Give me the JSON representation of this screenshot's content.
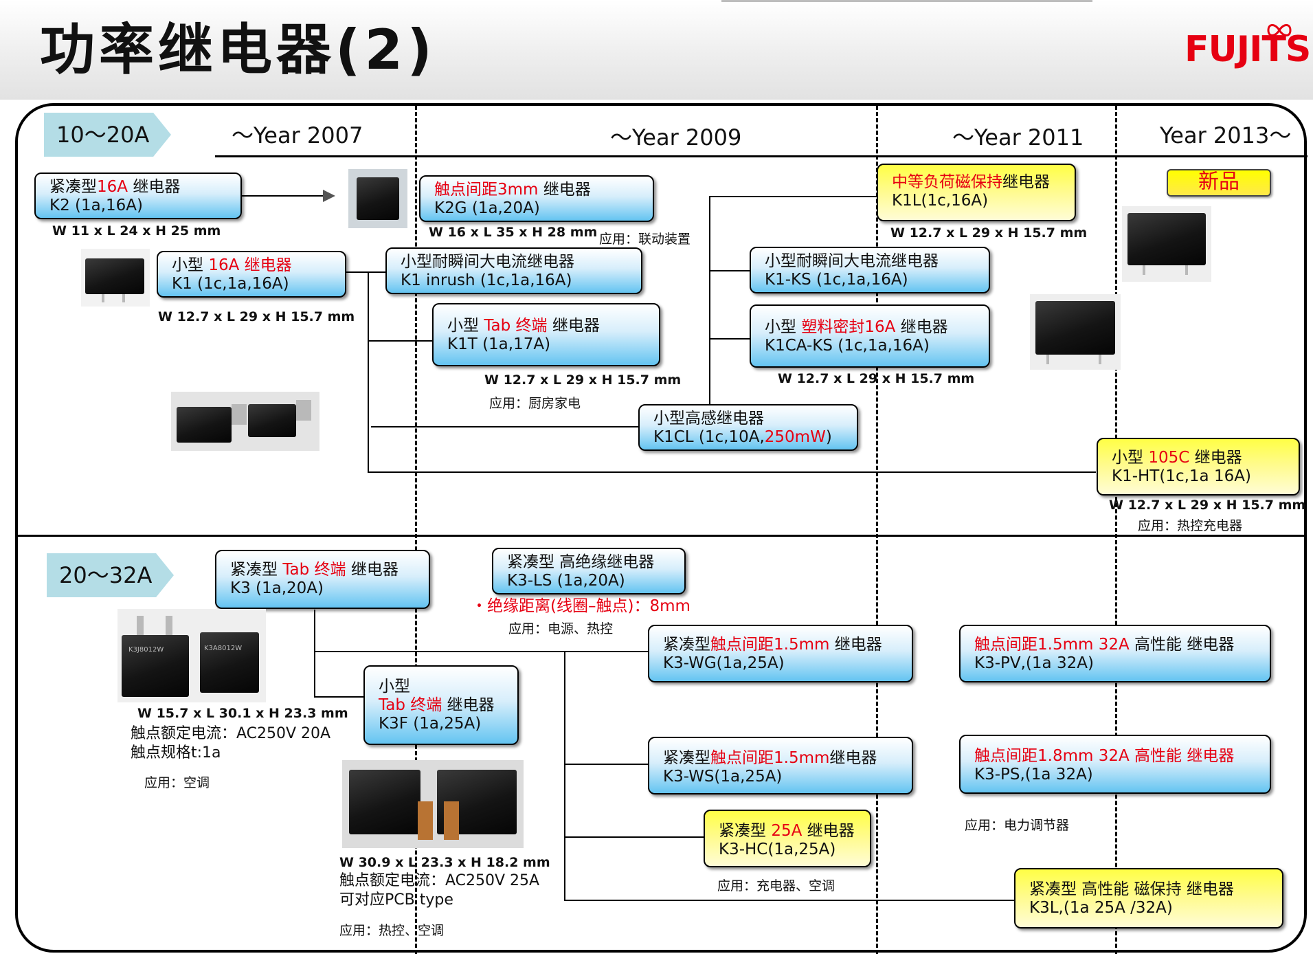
{
  "header": {
    "title": "功率继电器(2)",
    "logo_text": "FUJITSU"
  },
  "colors": {
    "accent_red": "#e60012",
    "box_blue": "#64c4f1",
    "box_yellow": "#ffff45",
    "tag_blue": "#b4dde6"
  },
  "sections": {
    "tag1": "10～20A",
    "tag2": "20～32A"
  },
  "years": {
    "y2007": "～Year 2007",
    "y2009": "～Year 2009",
    "y2011": "～Year 2011",
    "y2013": "Year 2013～"
  },
  "new_badge": "新品",
  "boxes": {
    "k2": {
      "pre": "紧凑型",
      "red": "16A",
      "post": " 继电器",
      "model": "K2 (1a,16A)"
    },
    "k1": {
      "pre": "小型 ",
      "red": "16A 继电器",
      "model": "K1  (1c,1a,16A)"
    },
    "k1_inrush": {
      "title": "小型耐瞬间大电流继电器",
      "model": "K1 inrush (1c,1a,16A)"
    },
    "k2g": {
      "red": "触点间距3mm",
      "post": " 继电器",
      "model": "K2G (1a,20A)"
    },
    "k1t": {
      "pre": "小型 ",
      "red": "Tab 终端",
      "post": "  继电器",
      "model": "K1T (1a,17A)"
    },
    "k1cl": {
      "title": "小型高感继电器",
      "model_pre": "K1CL (1c,10A,",
      "model_red": "250mW",
      "model_post": ")"
    },
    "k1l": {
      "red": "中等负荷磁保持",
      "post": "继电器",
      "model": "K1L(1c,16A)"
    },
    "k1ks": {
      "title": "小型耐瞬间大电流继电器",
      "model": "K1-KS (1c,1a,16A)"
    },
    "k1caks": {
      "pre": "小型  ",
      "red": "塑料密封16A",
      "post": " 继电器",
      "model": "K1CA-KS (1c,1a,16A)"
    },
    "k1ht": {
      "pre": "小型 ",
      "red": "105C",
      "post": " 继电器",
      "model": "K1-HT(1c,1a 16A)"
    },
    "k3": {
      "pre": "紧凑型 ",
      "red": "Tab 终端",
      "post": "  继电器",
      "model": "K3 (1a,20A)"
    },
    "k3ls": {
      "title": "紧凑型  高绝缘继电器",
      "model": "K3-LS (1a,20A)"
    },
    "k3f": {
      "l0": "小型",
      "red": "Tab 终端",
      "post": "  继电器",
      "model": "K3F (1a,25A)"
    },
    "k3wg": {
      "pre": "紧凑型",
      "red": "触点间距1.5mm",
      "post": " 继电器",
      "model": "K3-WG(1a,25A)"
    },
    "k3ws": {
      "pre": "紧凑型",
      "red": "触点间距1.5mm",
      "post": "继电器",
      "model": "K3-WS(1a,25A)"
    },
    "k3hc": {
      "pre": "紧凑型 ",
      "red": "25A",
      "post": " 继电器",
      "model": "K3-HC(1a,25A)"
    },
    "k3pv": {
      "red": "触点间距1.5mm    32A",
      "post": " 高性能  继电器",
      "model": "K3-PV,(1a 32A)"
    },
    "k3ps": {
      "red": "触点间距1.8mm    32A 高性能  继电器",
      "model": "K3-PS,(1a 32A)"
    },
    "k3l": {
      "title": "紧凑型  高性能  磁保持  继电器",
      "model": "K3L,(1a 25A /32A)"
    }
  },
  "dims": {
    "k2": "W 11 x L 24 x H 25 mm",
    "k1": "W 12.7 x L 29 x H 15.7 mm",
    "k2g": "W 16 x L 35 x H 28 mm",
    "k1t": "W 12.7 x L 29 x H 15.7  mm",
    "k1l": "W 12.7 x L 29 x H 15.7 mm",
    "k1caks": "W 12.7 x L 29 x H 15.7 mm",
    "k1ht": "W 12.7 x L 29 x H 15.7 mm",
    "k3": "W 15.7 x L 30.1 x H 23.3 mm",
    "k3f": "W 30.9 x L 23.3 x H 18.2 mm"
  },
  "notes": {
    "k2g_app": "应用：联动装置",
    "k1t_app": "应用：厨房家电",
    "k1ht_app": "应用：热控充电器",
    "k3ls_red": "・绝缘距离(线圈–触点)：8mm",
    "k3ls_app": "应用：电源、热控",
    "k3_rating": "触点额定电流：AC250V 20A",
    "k3_spec": "触点规格t:1a",
    "k3_app": "应用：空调",
    "k3f_rating": "触点额定电流：AC250V 25A",
    "k3f_pcb": "可对应PCB type",
    "k3f_app": "应用：热控、空调",
    "k3hc_app": "应用：充电器、空调",
    "k3pv_app": "应用：电力调节器"
  },
  "photo_labels": {
    "k3_left": "K3J8012W",
    "k3_right": "K3A8012W"
  }
}
